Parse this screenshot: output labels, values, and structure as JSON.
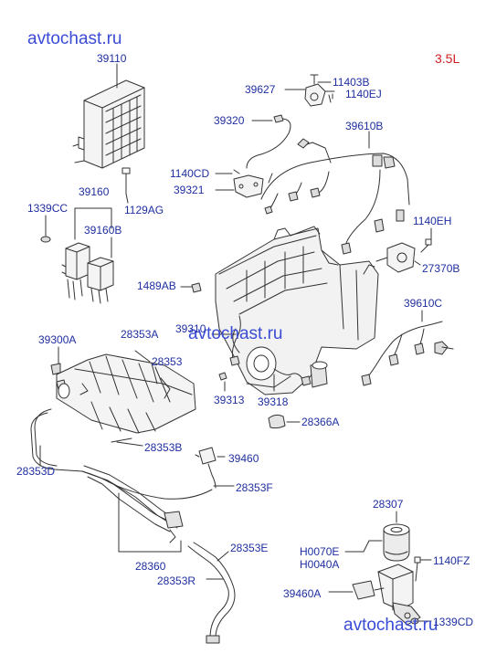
{
  "watermark": "avtochast.ru",
  "engine_badge": "3.5L",
  "colors": {
    "label": "#1f2fa0",
    "watermark": "#3a4bd6",
    "badge": "#d02020",
    "line": "#333333"
  },
  "part_labels": [
    {
      "id": "l39110",
      "text": "39110"
    },
    {
      "id": "l11403b",
      "text": "11403B"
    },
    {
      "id": "l39627",
      "text": "39627"
    },
    {
      "id": "l1140ej",
      "text": "1140EJ"
    },
    {
      "id": "l39320",
      "text": "39320"
    },
    {
      "id": "l39610b",
      "text": "39610B"
    },
    {
      "id": "l1140cd",
      "text": "1140CD"
    },
    {
      "id": "l39321",
      "text": "39321"
    },
    {
      "id": "l1129ag",
      "text": "1129AG"
    },
    {
      "id": "l39160",
      "text": "39160"
    },
    {
      "id": "l1339cc",
      "text": "1339CC"
    },
    {
      "id": "l39160b",
      "text": "39160B"
    },
    {
      "id": "l1140eh",
      "text": "1140EH"
    },
    {
      "id": "l27370b",
      "text": "27370B"
    },
    {
      "id": "l1489ab",
      "text": "1489AB"
    },
    {
      "id": "l39610c",
      "text": "39610C"
    },
    {
      "id": "l39300a",
      "text": "39300A"
    },
    {
      "id": "l28353a",
      "text": "28353A"
    },
    {
      "id": "l39310",
      "text": "39310"
    },
    {
      "id": "l28353",
      "text": "28353"
    },
    {
      "id": "l39313",
      "text": "39313"
    },
    {
      "id": "l39318",
      "text": "39318"
    },
    {
      "id": "l28366a",
      "text": "28366A"
    },
    {
      "id": "l28353b",
      "text": "28353B"
    },
    {
      "id": "l39460",
      "text": "39460"
    },
    {
      "id": "l28353d",
      "text": "28353D"
    },
    {
      "id": "l28353f",
      "text": "28353F"
    },
    {
      "id": "l28307",
      "text": "28307"
    },
    {
      "id": "l28360",
      "text": "28360"
    },
    {
      "id": "l28353e",
      "text": "28353E"
    },
    {
      "id": "lh0070e",
      "text": "H0070E"
    },
    {
      "id": "l1140fz",
      "text": "1140FZ"
    },
    {
      "id": "lh0040a",
      "text": "H0040A"
    },
    {
      "id": "l28353r",
      "text": "28353R"
    },
    {
      "id": "l39460a",
      "text": "39460A"
    },
    {
      "id": "l1339cd",
      "text": "1339CD"
    }
  ]
}
